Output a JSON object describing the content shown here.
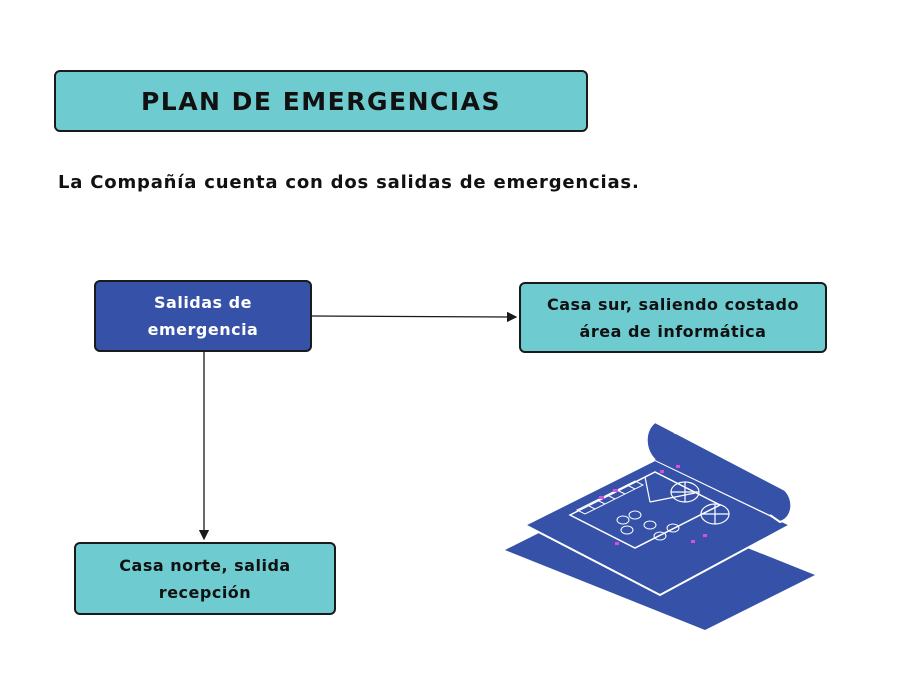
{
  "title": "PLAN DE EMERGENCIAS",
  "subtitle": "La Compañía cuenta con dos salidas de emergencias.",
  "nodes": {
    "main": "Salidas de\nemergencia",
    "south": "Casa sur, saliendo costado\nárea de informática",
    "north": "Casa norte, salida\nrecepción"
  },
  "colors": {
    "teal": "#6ecbd0",
    "navy": "#3551a8",
    "accent": "#d84ee0"
  },
  "illustration": "floor-plan-blueprint-icon"
}
